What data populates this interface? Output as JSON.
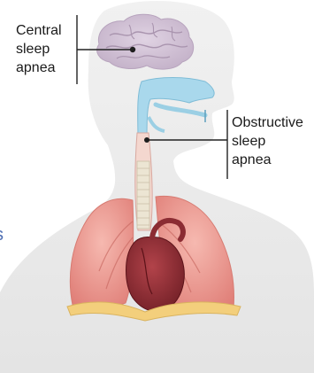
{
  "diagram": {
    "labels": {
      "central": [
        "Central",
        "sleep",
        "apnea"
      ],
      "obstructive": [
        "Obstructive",
        "sleep",
        "apnea"
      ],
      "edge_fragment": "s"
    },
    "colors": {
      "silhouette": "#e9e9e9",
      "brain": "#cfc0d3",
      "airway": "#9bcfe4",
      "lungs": "#f0a59c",
      "heart": "#8b2c33",
      "trachea": "#e8e0cc",
      "diaphragm": "#f3cf7c",
      "leader": "#222222"
    },
    "icons": [
      "brain-icon",
      "airway-icon",
      "lungs-icon",
      "heart-icon",
      "trachea-icon",
      "diaphragm-icon"
    ]
  }
}
